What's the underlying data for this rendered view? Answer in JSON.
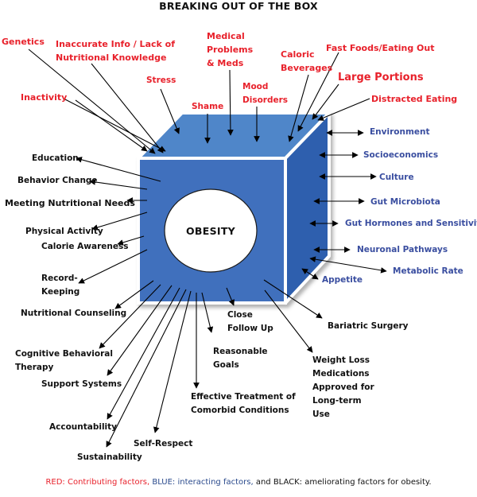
{
  "title": "BREAKING OUT OF THE BOX",
  "center_label": "OBESITY",
  "colors": {
    "contributing": "#e8212b",
    "interacting": "#3a4ea0",
    "ameliorating": "#111111",
    "cube_front": "#3f6fbd",
    "cube_top": "#4f86c9",
    "cube_side": "#2f5fae"
  },
  "contributing_factors": [
    "Genetics",
    "Inaccurate Info / Lack of",
    "Nutritional Knowledge",
    "Stress",
    "Inactivity",
    "Shame",
    "Medical",
    "Problems",
    "& Meds",
    "Mood",
    "Disorders",
    "Caloric",
    "Beverages",
    "Fast Foods/Eating Out",
    "Large Portions",
    "Distracted Eating"
  ],
  "interacting_factors": [
    "Environment",
    "Socioeconomics",
    "Culture",
    "Gut Microbiota",
    "Gut Hormones and Sensitivity",
    "Neuronal Pathways",
    "Metabolic Rate",
    "Appetite"
  ],
  "ameliorating_factors": [
    "Education",
    "Behavior Change",
    "Meeting Nutritional Needs",
    "Physical Activity",
    "Calorie Awareness",
    "Record-",
    "Keeping",
    "Nutritional Counseling",
    "Cognitive Behavioral",
    "Therapy",
    "Support Systems",
    "Accountability",
    "Sustainability",
    "Self-Respect",
    "Effective Treatment of",
    "Comorbid Conditions",
    "Reasonable",
    "Goals",
    "Close",
    "Follow Up",
    "Bariatric Surgery",
    "Weight Loss",
    "Medications",
    "Approved for",
    "Long-term",
    "Use"
  ],
  "caption": {
    "red_part": "RED: Contributing factors,",
    "blue_part": "BLUE: interacting factors,",
    "black_part": "and BLACK: ameliorating factors for obesity."
  }
}
